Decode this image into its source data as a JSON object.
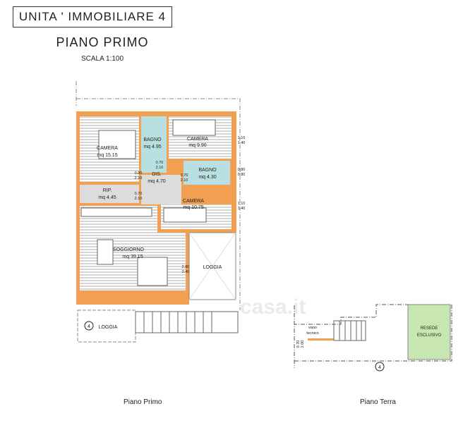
{
  "header": {
    "title": "UNITA ' IMMOBILIARE  4",
    "floor": "PIANO PRIMO",
    "scale": "SCALA 1:100"
  },
  "colors": {
    "wall": "#f0a050",
    "bath": "#b8e0e0",
    "service": "#dcdcdc",
    "garden": "#c8e6b0",
    "floor_lines": "#bbbbbb"
  },
  "rooms": {
    "camera1": {
      "name": "CAMERA",
      "area": "mq 15.15"
    },
    "bagno1": {
      "name": "BAGNO",
      "area": "mq 4.95"
    },
    "camera2": {
      "name": "CAMERA",
      "area": "mq 9.90"
    },
    "bagno2": {
      "name": "BAGNO",
      "area": "mq 4.30"
    },
    "dis": {
      "name": "DIS.",
      "area": "mq 4.70"
    },
    "rip": {
      "name": "RIP.",
      "area": "mq 4.45"
    },
    "camera3": {
      "name": "CAMERA",
      "area": "mq 10.75"
    },
    "soggiorno": {
      "name": "SOGGIORNO",
      "area": "mq 39.15"
    },
    "loggia1": {
      "name": "LOGGIA"
    },
    "loggia2": {
      "name": "LOGGIA"
    },
    "vano": {
      "name1": "vano",
      "name2": "tecnico"
    },
    "resede": {
      "name1": "RESEDE",
      "name2": "ESCLUSIVO"
    }
  },
  "dims": {
    "d1": [
      "0.80",
      "2.10"
    ],
    "d2": [
      "0.70",
      "2.10"
    ],
    "d3": [
      "0.70",
      "2.10"
    ],
    "d4": [
      "0.70",
      "2.10"
    ],
    "w1": [
      "1.10",
      "1.40"
    ],
    "w2": [
      "0.80",
      "0.80"
    ],
    "w3": [
      "1.10",
      "1.40"
    ],
    "w4": [
      "2.80",
      "2.40"
    ],
    "d5": [
      "0.70",
      "2.00"
    ]
  },
  "unit_marker": "4",
  "captions": {
    "first": "Piano Primo",
    "ground": "Piano Terra"
  },
  "watermark": "casa.it"
}
